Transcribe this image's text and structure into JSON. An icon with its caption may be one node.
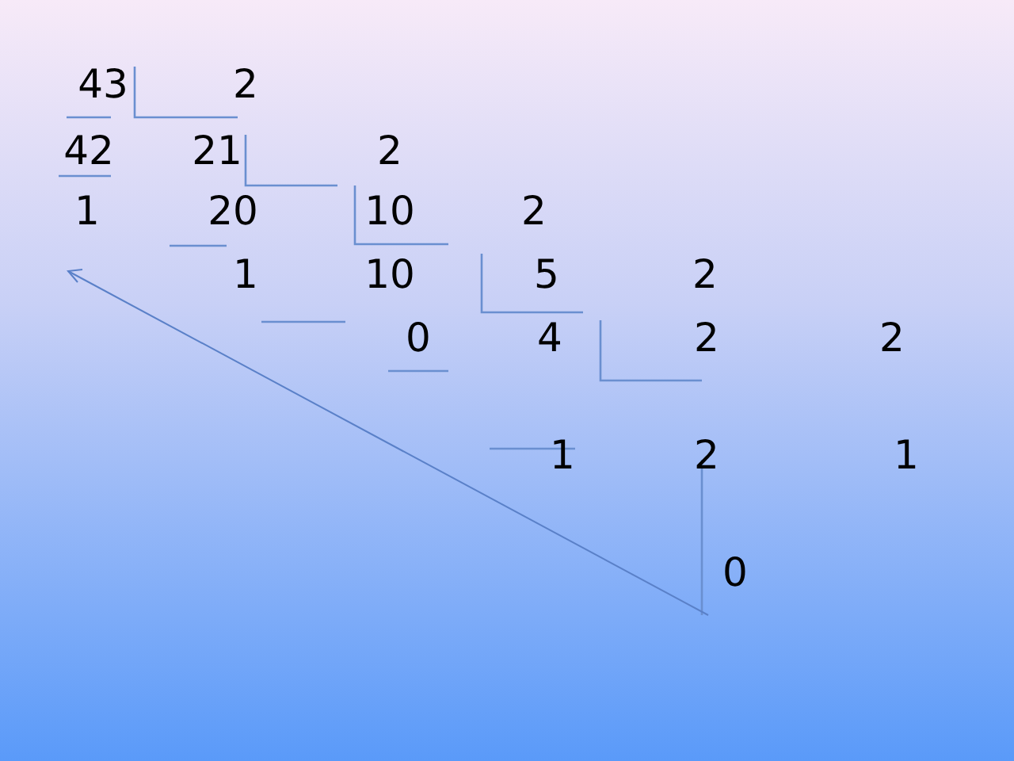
{
  "diagram": {
    "labels": [
      "43",
      "2",
      "42",
      "21",
      "2",
      "1",
      "20",
      "10",
      "2",
      "1",
      "10",
      "5",
      "2",
      "0",
      "4",
      "2",
      "2",
      "1",
      "2",
      "1",
      "0"
    ]
  }
}
